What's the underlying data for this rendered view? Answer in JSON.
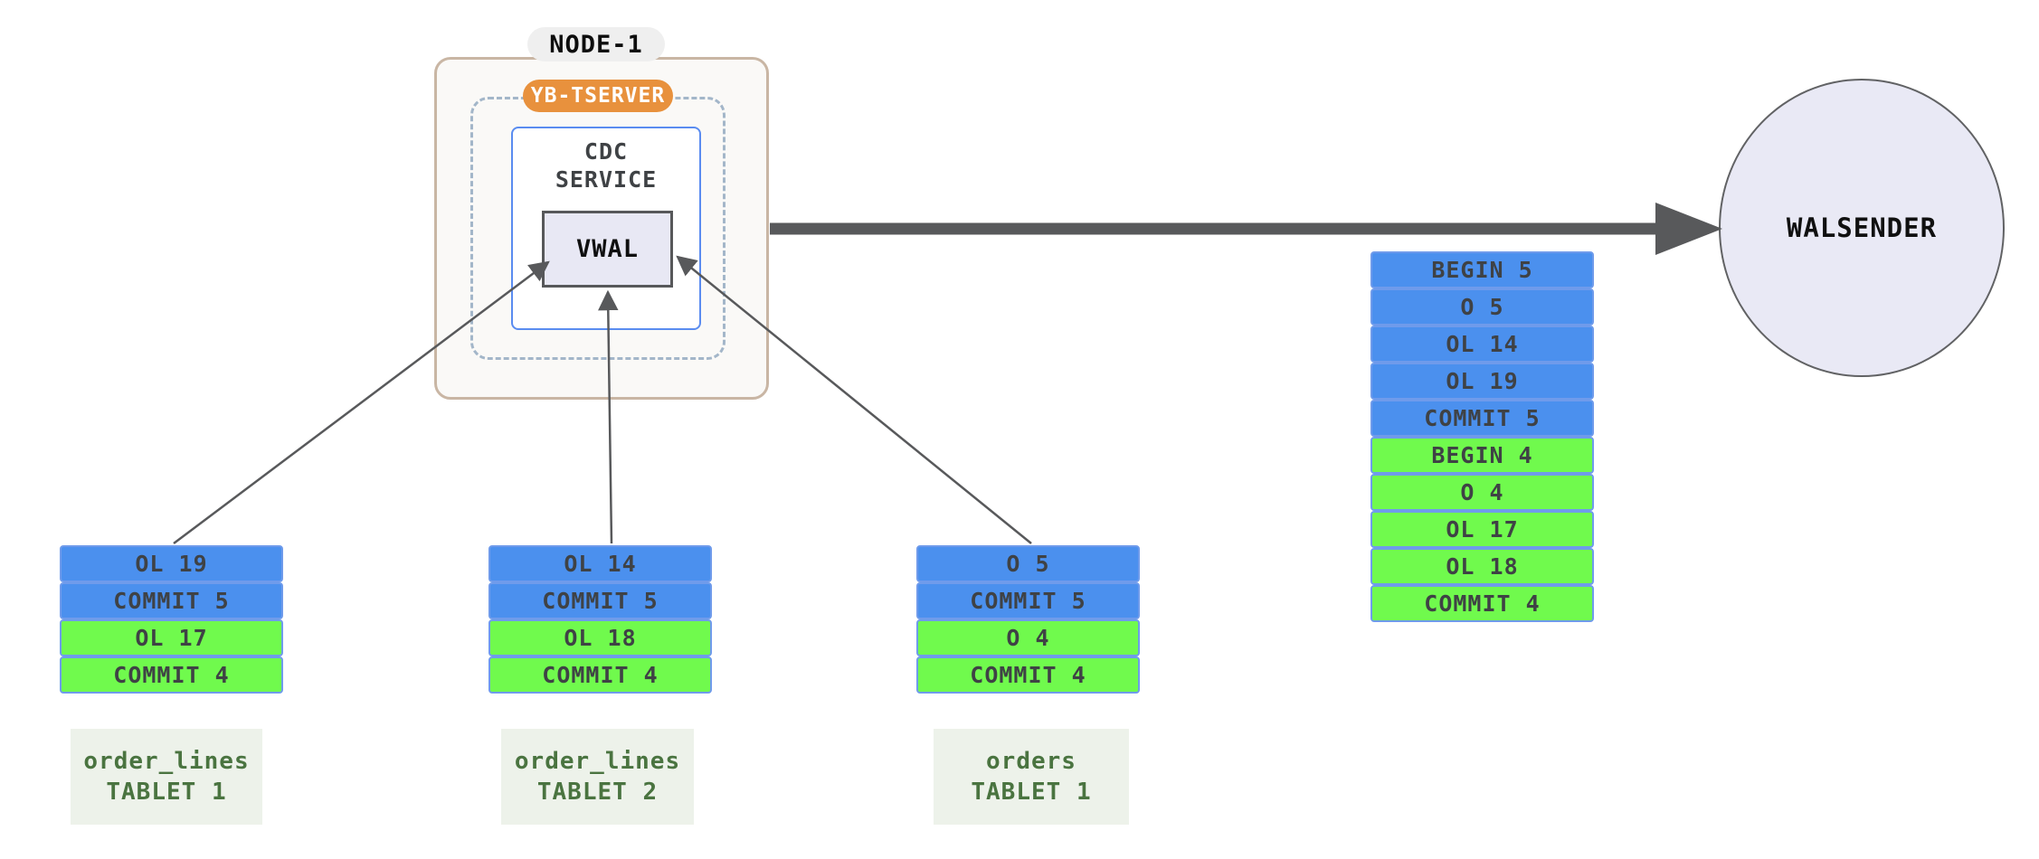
{
  "node": {
    "title": "NODE-1",
    "tserver_label": "YB-TSERVER",
    "cdc_service_label": "CDC\nSERVICE",
    "vwal_label": "VWAL"
  },
  "walsender": {
    "label": "WALSENDER"
  },
  "merged_stream": {
    "rows": [
      {
        "label": "BEGIN 5",
        "color": "blue"
      },
      {
        "label": "O 5",
        "color": "blue"
      },
      {
        "label": "OL 14",
        "color": "blue"
      },
      {
        "label": "OL 19",
        "color": "blue"
      },
      {
        "label": "COMMIT 5",
        "color": "blue"
      },
      {
        "label": "BEGIN 4",
        "color": "green"
      },
      {
        "label": "O 4",
        "color": "green"
      },
      {
        "label": "OL 17",
        "color": "green"
      },
      {
        "label": "OL 18",
        "color": "green"
      },
      {
        "label": "COMMIT 4",
        "color": "green"
      }
    ]
  },
  "tablets": [
    {
      "name_line1": "order_lines",
      "name_line2": "TABLET 1",
      "rows": [
        {
          "label": "OL 19",
          "color": "blue"
        },
        {
          "label": "COMMIT 5",
          "color": "blue"
        },
        {
          "label": "OL 17",
          "color": "green"
        },
        {
          "label": "COMMIT 4",
          "color": "green"
        }
      ]
    },
    {
      "name_line1": "order_lines",
      "name_line2": "TABLET 2",
      "rows": [
        {
          "label": "OL 14",
          "color": "blue"
        },
        {
          "label": "COMMIT 5",
          "color": "blue"
        },
        {
          "label": "OL 18",
          "color": "green"
        },
        {
          "label": "COMMIT 4",
          "color": "green"
        }
      ]
    },
    {
      "name_line1": "orders",
      "name_line2": "TABLET 1",
      "rows": [
        {
          "label": "O 5",
          "color": "blue"
        },
        {
          "label": "COMMIT 5",
          "color": "blue"
        },
        {
          "label": "O 4",
          "color": "green"
        },
        {
          "label": "COMMIT 4",
          "color": "green"
        }
      ]
    }
  ],
  "colors": {
    "blue_record": "#4b90ee",
    "green_record": "#70fa4d",
    "record_border": "#6f9beb",
    "record_text": "#3f4245",
    "arrow": "#58595b",
    "node_bg": "#faf9f7",
    "node_border": "#c9b6a4",
    "dashed_border": "#a3b6c9",
    "cdc_border": "#5a8cf0",
    "vwal_bg": "#e8e8f4",
    "walsender_bg": "#e9e9f5",
    "tserver_orange": "#e8913d",
    "node_pill_bg": "#efefef",
    "tablet_label_bg": "#edf2ea",
    "tablet_label_text": "#4a7440"
  }
}
